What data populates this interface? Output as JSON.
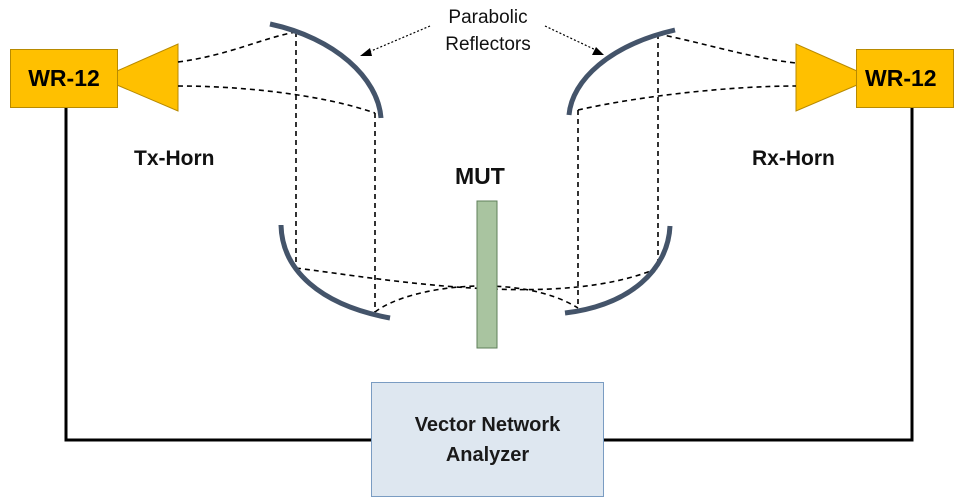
{
  "labels": {
    "reflectors_line1": "Parabolic",
    "reflectors_line2": "Reflectors",
    "tx_horn": "Tx-Horn",
    "rx_horn": "Rx-Horn",
    "mut": "MUT",
    "waveguide_left": "WR-12",
    "waveguide_right": "WR-12",
    "vna_line1": "Vector Network",
    "vna_line2": "Analyzer"
  },
  "colors": {
    "waveguide_fill": "#ffc000",
    "reflector_stroke": "#44546a",
    "mut_fill": "#a9c4a0",
    "vna_fill": "#dee7f0",
    "cable": "#000000"
  }
}
